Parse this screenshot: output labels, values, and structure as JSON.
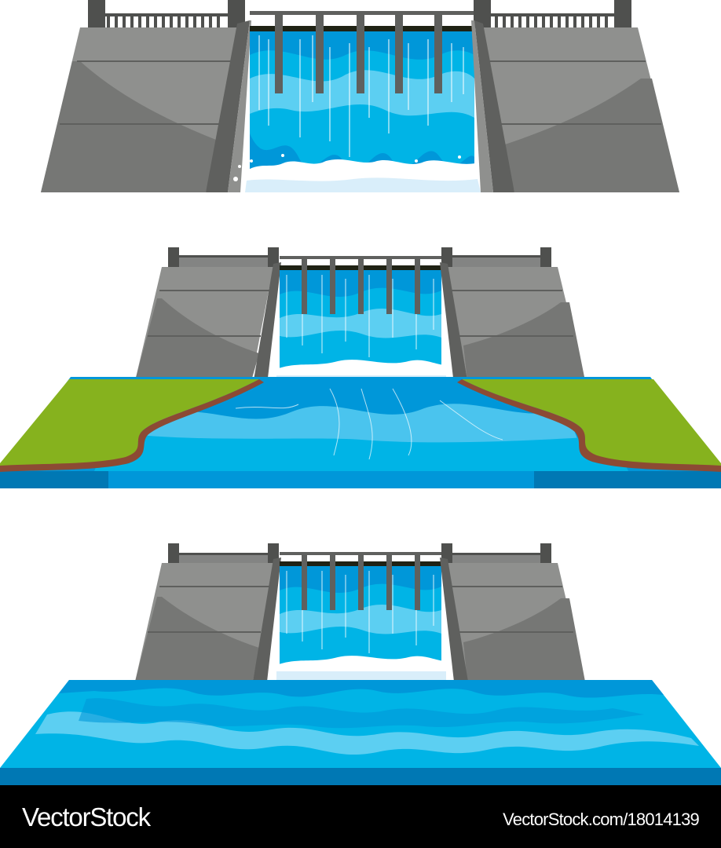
{
  "illustrations": [
    {
      "name": "dam-waterfall",
      "description": "Concrete dam with waterfall spillway"
    },
    {
      "name": "dam-with-river-banks",
      "description": "Concrete dam with waterfall flowing into river between grass banks"
    },
    {
      "name": "dam-with-reservoir",
      "description": "Concrete dam with waterfall flowing into wide water body"
    }
  ],
  "colors": {
    "concrete_light": "#8f908e",
    "concrete_dark": "#767775",
    "pillar": "#5f605e",
    "rail": "#4f504e",
    "water_dark": "#0097d9",
    "water_mid": "#00b4e6",
    "water_light": "#5ccff2",
    "foam": "#ffffff",
    "grass": "#86b21e",
    "soil": "#8c4a34",
    "river_front": "#0078b4"
  },
  "watermark": {
    "brand": "VectorStock",
    "url": "VectorStock.com/18014139"
  }
}
